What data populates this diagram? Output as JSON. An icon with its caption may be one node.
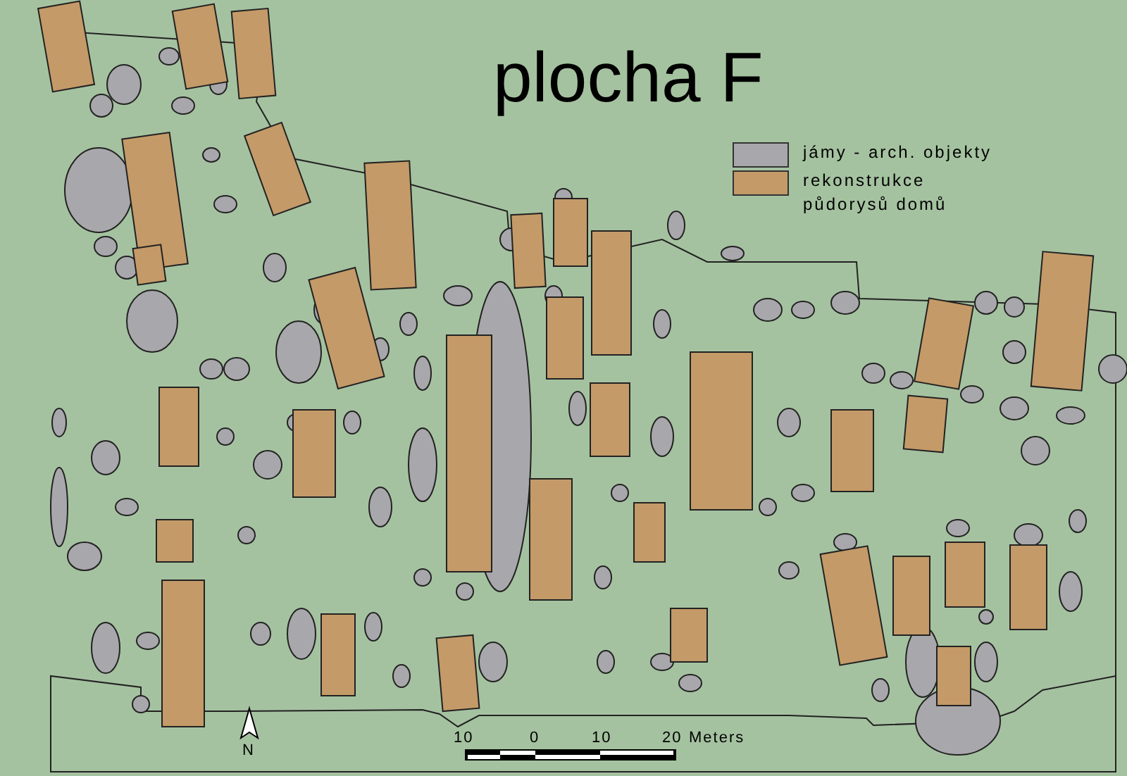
{
  "diagram": {
    "title": "plocha F",
    "labels": [
      "N",
      "10",
      "0",
      "10",
      "20",
      "Meters"
    ],
    "legend": [
      {
        "text": "jámy - arch. objekty",
        "color": "#a8a8ac"
      },
      {
        "text": "rekonstrukce půdorysů domů",
        "color": "#c49a68"
      }
    ]
  }
}
